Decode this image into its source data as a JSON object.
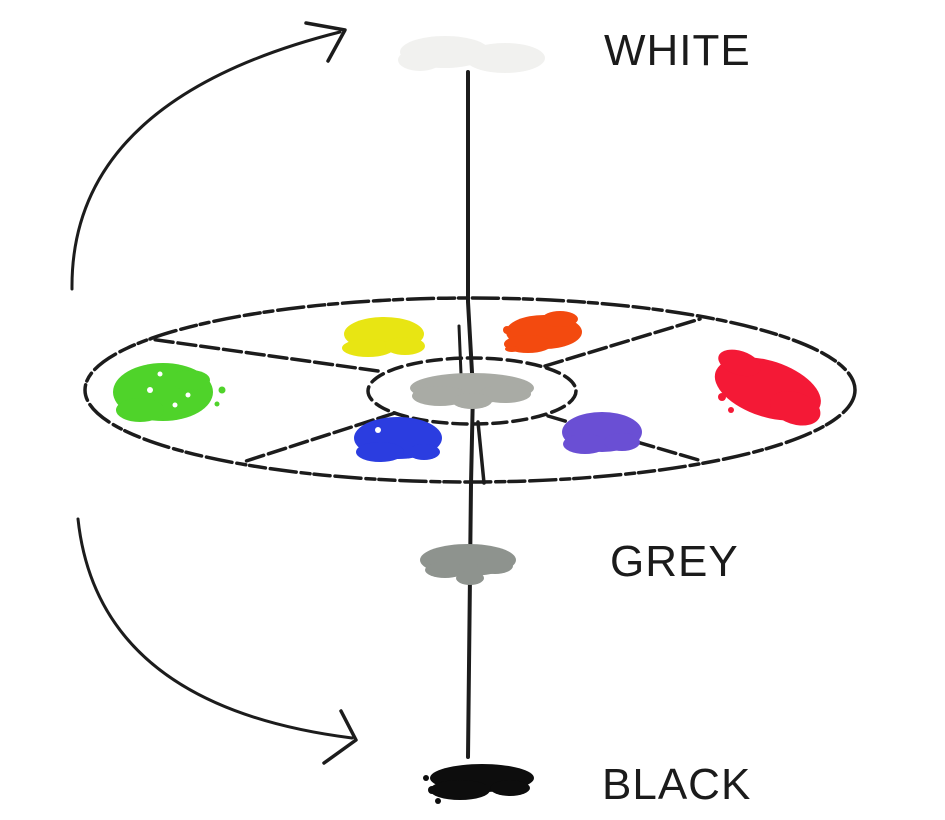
{
  "labels": {
    "white": "WHITE",
    "grey": "GREY",
    "black": "BLACK"
  },
  "colors": {
    "line": "#1c1c1c",
    "text": "#1b1b1b",
    "white_patch": "#f1f1ef",
    "grey_patch": "#8e938e",
    "black_patch": "#0d0d0d",
    "hub_grey_patch": "#a9aba5",
    "yellow": "#e8e513",
    "orange": "#f34a0f",
    "red": "#f41936",
    "violet": "#6a4fd4",
    "blue": "#2b3de0",
    "green": "#4fd32a"
  },
  "disk_segments": [
    "yellow",
    "orange",
    "red",
    "violet",
    "blue",
    "green"
  ]
}
